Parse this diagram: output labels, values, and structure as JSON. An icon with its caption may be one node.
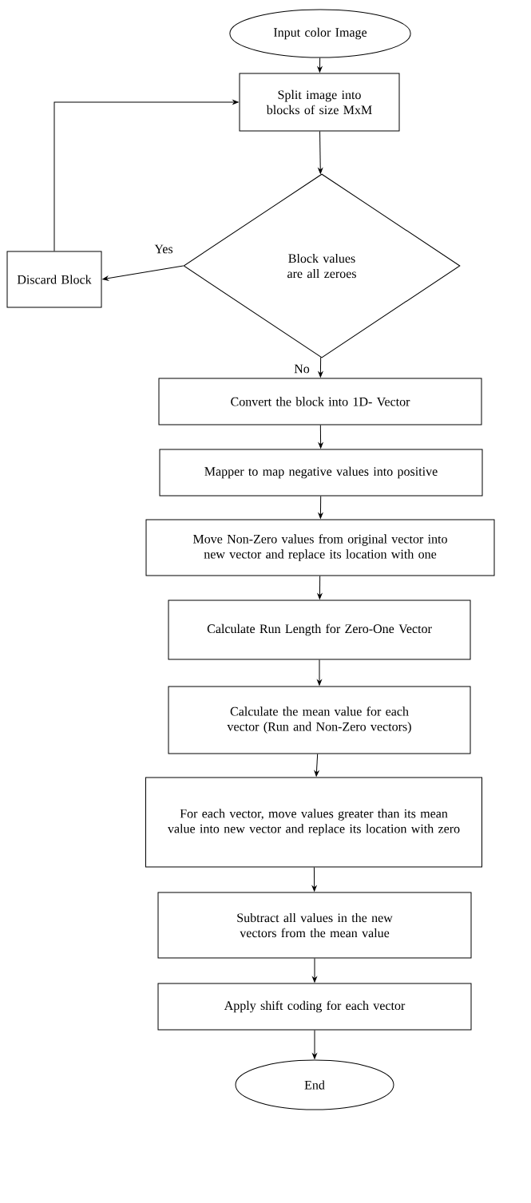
{
  "diagram": {
    "nodes": [
      {
        "text": [
          "Input color Image"
        ]
      },
      {
        "text": [
          "Split image into blocks of size MxM"
        ]
      },
      {
        "text": [
          "Block values are all zeroes"
        ]
      },
      {
        "text": [
          "Discard Block"
        ]
      },
      {
        "text": [
          "Convert the block into 1D- Vector"
        ]
      },
      {
        "text": [
          "Mapper to map negative values into positive"
        ]
      },
      {
        "text": [
          "Move Non-Zero values from original vector into new vector and replace its location with one"
        ]
      },
      {
        "text": [
          "Calculate Run Length for Zero-One Vector"
        ]
      },
      {
        "text": [
          "Calculate the mean value for each vector (Run and Non-Zero vectors)"
        ]
      },
      {
        "text": [
          "For each vector, move values greater than its mean value into new vector and replace its location with zero"
        ]
      },
      {
        "text": [
          "Subtract all values in the new vectors from the mean value"
        ]
      },
      {
        "text": [
          "Apply shift coding for each vector"
        ]
      },
      {
        "text": [
          "End"
        ]
      }
    ],
    "edges": [
      {
        "from": 0,
        "to": 1,
        "arrow": "to"
      },
      {
        "from": 1,
        "to": 2,
        "arrow": "to"
      },
      {
        "from": 2,
        "to": 3,
        "arrow": "to",
        "label": "Yes"
      },
      {
        "from": 3,
        "to": 1,
        "arrow": "to"
      },
      {
        "from": 2,
        "to": 4,
        "arrow": "to",
        "label": "No"
      },
      {
        "from": 4,
        "to": 5,
        "arrow": "to"
      },
      {
        "from": 5,
        "to": 6,
        "arrow": "to"
      },
      {
        "from": 6,
        "to": 7,
        "arrow": "to"
      },
      {
        "from": 7,
        "to": 8,
        "arrow": "to"
      },
      {
        "from": 8,
        "to": 9,
        "arrow": "to"
      },
      {
        "from": 9,
        "to": 10,
        "arrow": "to"
      },
      {
        "from": 10,
        "to": 11,
        "arrow": "to"
      },
      {
        "from": 11,
        "to": 12,
        "arrow": "to"
      }
    ]
  }
}
